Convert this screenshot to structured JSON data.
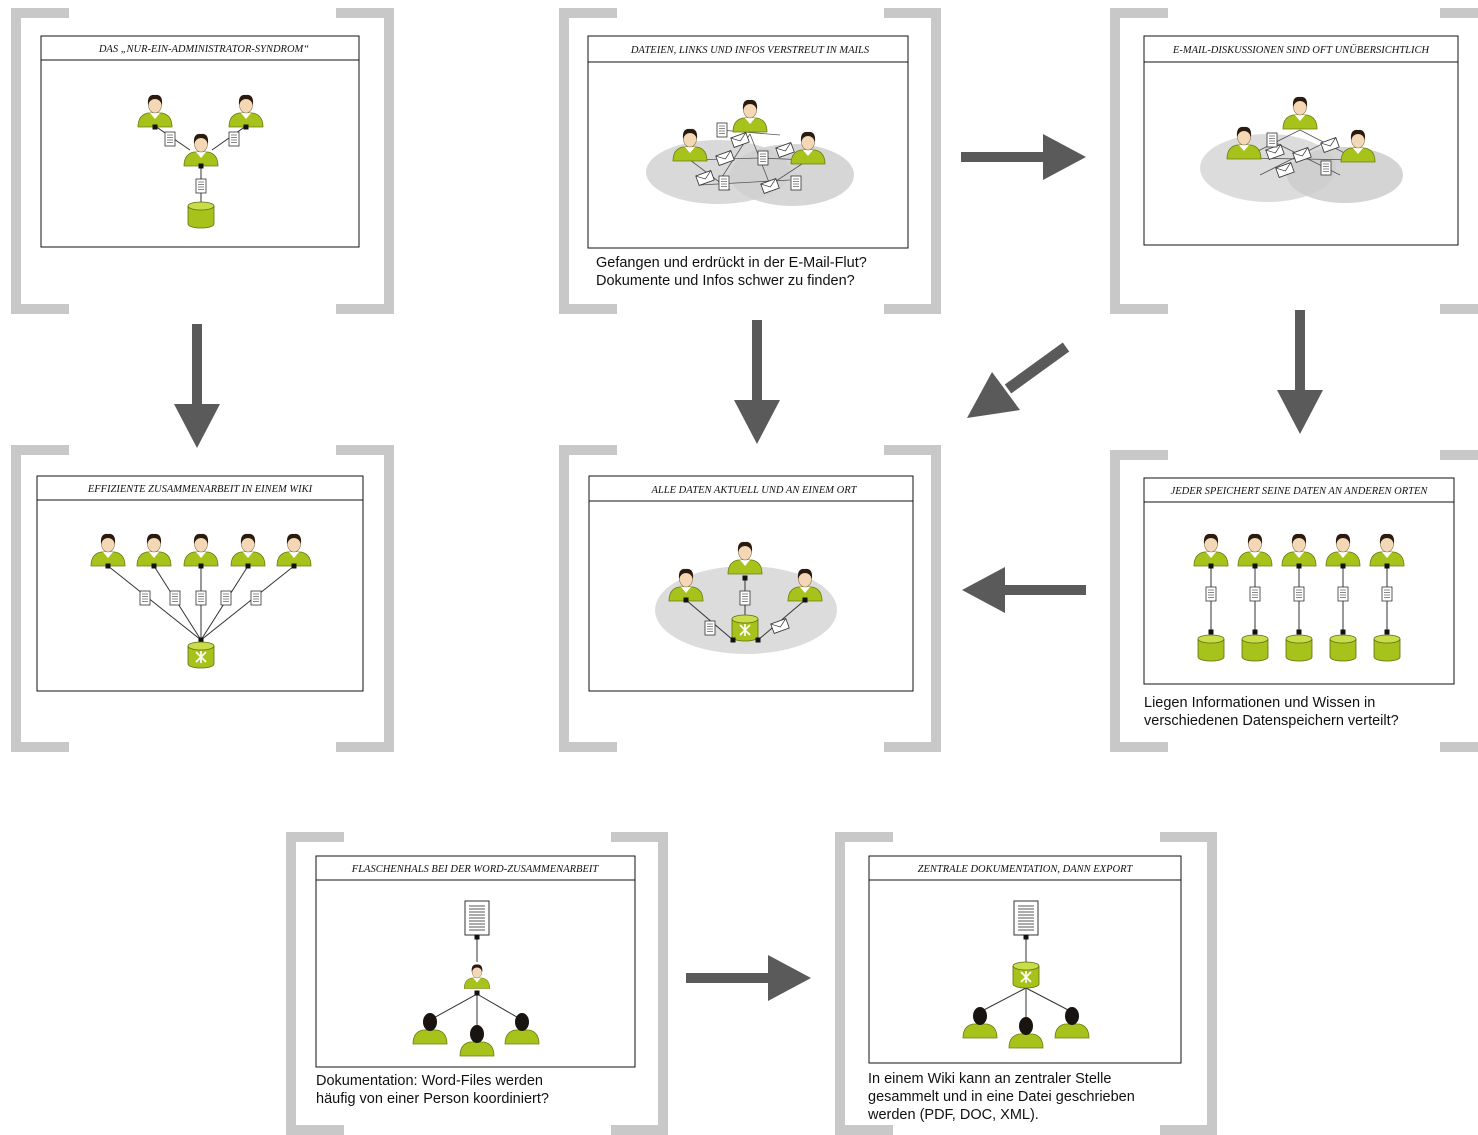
{
  "panels": [
    {
      "id": "p1",
      "title": "DAS „NUR-EIN-ADMINISTRATOR-SYNDROM“",
      "caption": []
    },
    {
      "id": "p2",
      "title": "DATEIEN, LINKS UND INFOS VERSTREUT IN MAILS",
      "caption": [
        "Gefangen und erdrückt in der E-Mail-Flut?",
        "Dokumente und Infos schwer zu finden?"
      ]
    },
    {
      "id": "p3",
      "title": "E-MAIL-DISKUSSIONEN SIND OFT UNÜBERSICHTLICH",
      "caption": []
    },
    {
      "id": "p4",
      "title": "EFFIZIENTE ZUSAMMENARBEIT IN EINEM WIKI",
      "caption": []
    },
    {
      "id": "p5",
      "title": "ALLE DATEN AKTUELL UND AN EINEM ORT",
      "caption": []
    },
    {
      "id": "p6",
      "title": "JEDER SPEICHERT SEINE DATEN AN ANDEREN ORTEN",
      "caption": [
        "Liegen Informationen und Wissen in",
        "verschiedenen Datenspeichern verteilt?"
      ]
    },
    {
      "id": "p7",
      "title": "FLASCHENHALS BEI DER WORD-ZUSAMMENARBEIT",
      "caption": [
        "Dokumentation: Word-Files werden",
        "häufig von einer Person koordiniert?"
      ]
    },
    {
      "id": "p8",
      "title": "ZENTRALE DOKUMENTATION, DANN EXPORT",
      "caption": [
        "In einem Wiki kann an zentraler Stelle",
        "gesammelt und in eine Datei geschrieben",
        "werden (PDF, DOC, XML)."
      ]
    }
  ],
  "colors": {
    "bracket": "#c8c8c8",
    "arrow": "#5a5a5a",
    "accent": "#a8c21c",
    "skin": "#f4d7b4",
    "hair": "#2a1a10",
    "ground": "#d9d9d9"
  },
  "icons": [
    "person-icon",
    "document-icon",
    "mail-icon",
    "database-icon",
    "wiki-database-icon",
    "flow-arrow-icon"
  ]
}
